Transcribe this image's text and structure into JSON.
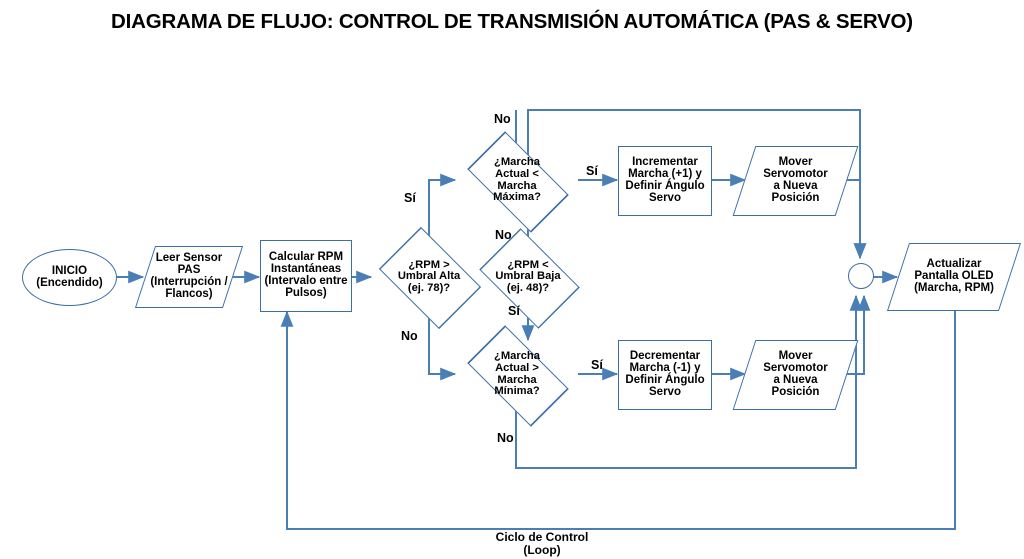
{
  "title": "DIAGRAMA DE FLUJO: CONTROL DE TRANSMISIÓN AUTOMÁTICA (PAS & SERVO)",
  "colors": {
    "stroke": "#3b6ea5",
    "connector": "#4a7fb5",
    "fill": "#ffffff",
    "text": "#000000",
    "background": "#ffffff"
  },
  "nodes": {
    "start": {
      "label": "INICIO\n(Encendido)",
      "shape": "ellipse"
    },
    "read_pas": {
      "label": "Leer Sensor PAS\n(Interrupción /\nFlancos)",
      "shape": "parallelogram"
    },
    "calc_rpm": {
      "label": "Calcular RPM\nInstantáneas\n(Intervalo entre\nPulsos)",
      "shape": "rectangle"
    },
    "rpm_high": {
      "label": "¿RPM >\nUmbral Alta\n(ej. 78)?",
      "shape": "diamond"
    },
    "rpm_low": {
      "label": "¿RPM <\nUmbral Baja\n(ej. 48)?",
      "shape": "diamond"
    },
    "gear_max": {
      "label": "¿Marcha\nActual <\nMarcha\nMáxima?",
      "shape": "diamond"
    },
    "gear_min": {
      "label": "¿Marcha\nActual >\nMarcha\nMínima?",
      "shape": "diamond"
    },
    "increment": {
      "label": "Incrementar\nMarcha (+1) y\nDefinir Ángulo\nServo",
      "shape": "rectangle"
    },
    "decrement": {
      "label": "Decrementar\nMarcha (-1) y\nDefinir Ángulo\nServo",
      "shape": "rectangle"
    },
    "servo_up": {
      "label": "Mover\nServomotor\na Nueva\nPosición",
      "shape": "parallelogram"
    },
    "servo_down": {
      "label": "Mover\nServomotor\na Nueva\nPosición",
      "shape": "parallelogram"
    },
    "junction": {
      "label": "",
      "shape": "circle"
    },
    "oled": {
      "label": "Actualizar\nPantalla OLED\n(Marcha, RPM)",
      "shape": "parallelogram"
    }
  },
  "edge_labels": {
    "gear_max_no": "No",
    "gear_max_si": "Sí",
    "rpm_high_si": "Sí",
    "rpm_high_no": "No",
    "rpm_low_no": "No",
    "rpm_low_si": "Sí",
    "gear_min_si": "Sí",
    "gear_min_no": "No"
  },
  "loop": {
    "label": "Ciclo de Control\n(Loop)"
  }
}
